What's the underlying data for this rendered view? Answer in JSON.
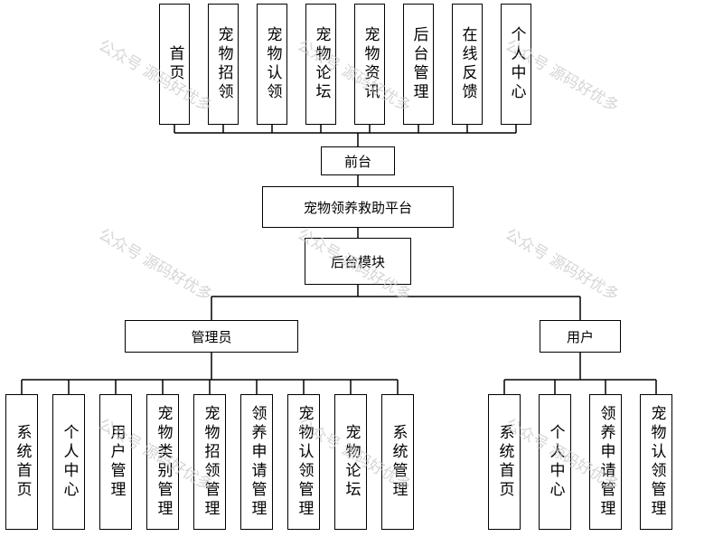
{
  "diagram": {
    "front_items": [
      "首页",
      "宠物招领",
      "宠物认领",
      "宠物论坛",
      "宠物资讯",
      "后台管理",
      "在线反馈",
      "个人中心"
    ],
    "front_label": "前台",
    "platform_label": "宠物领养救助平台",
    "backend_label": "后台模块",
    "admin_label": "管理员",
    "user_label": "用户",
    "admin_items": [
      "系统首页",
      "个人中心",
      "用户管理",
      "宠物类别管理",
      "宠物招领管理",
      "领养申请管理",
      "宠物认领管理",
      "宠物论坛",
      "系统管理"
    ],
    "user_items": [
      "系统首页",
      "个人中心",
      "领养申请管理",
      "宠物认领管理"
    ]
  },
  "watermark": "公众号 源码好优多"
}
